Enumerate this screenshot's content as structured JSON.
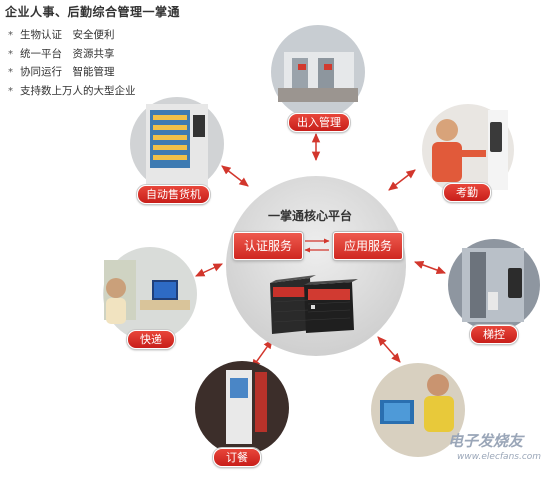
{
  "header": {
    "title": "企业人事、后勤综合管理一掌通",
    "bullets": [
      "生物认证　安全便利",
      "统一平台　资源共享",
      "协同运行　智能管理",
      "支持数上万人的大型企业"
    ],
    "bullet_symbol": "*"
  },
  "core": {
    "title": "一掌通核心平台",
    "auth_service": "认证服务",
    "app_service": "应用服务"
  },
  "nodes": {
    "access": "出入管理",
    "attendance": "考勤",
    "elevator": "梯控",
    "canteen": "",
    "order_meal": "订餐",
    "express": "快递",
    "vending": "自动售货机"
  },
  "watermark": {
    "cn": "电子发烧友",
    "en": "www.elecfans.com"
  },
  "colors": {
    "label_red": "#d52b22",
    "arrow_red": "#d2362c",
    "core_circle": "#d9d9d9"
  },
  "icons": [
    "server-rack-icon",
    "turnstile-photo-icon",
    "fingerprint-reader-photo-icon",
    "elevator-panel-photo-icon",
    "payment-terminal-photo-icon",
    "kiosk-photo-icon",
    "express-computer-photo-icon",
    "vending-machine-photo-icon"
  ]
}
